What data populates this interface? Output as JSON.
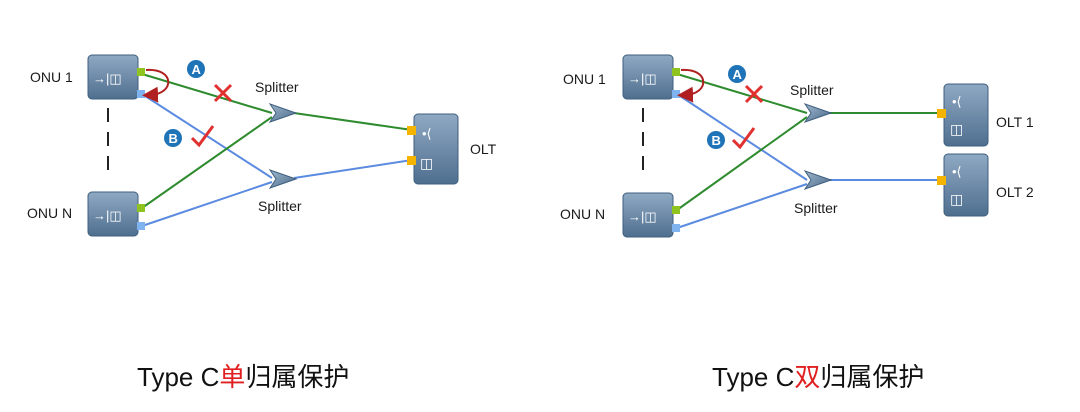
{
  "left_diagram": {
    "onu_top_label": "ONU 1",
    "onu_bottom_label": "ONU N",
    "splitter_top_label": "Splitter",
    "splitter_bottom_label": "Splitter",
    "olt_label": "OLT",
    "badge_a": "A",
    "badge_b": "B",
    "caption_prefix": "Type C",
    "caption_highlight": "单",
    "caption_suffix": "归属保护"
  },
  "right_diagram": {
    "onu_top_label": "ONU 1",
    "onu_bottom_label": "ONU N",
    "splitter_top_label": "Splitter",
    "splitter_bottom_label": "Splitter",
    "olt1_label": "OLT 1",
    "olt2_label": "OLT 2",
    "badge_a": "A",
    "badge_b": "B",
    "caption_prefix": "Type C",
    "caption_highlight": "双",
    "caption_suffix": "归属保护"
  },
  "colors": {
    "primary_link": "#2e8b2e",
    "backup_link": "#5b8be0",
    "fail_mark": "#e03030",
    "ok_mark": "#e03030",
    "switch_arrow": "#b02020",
    "badge_fill": "#1f73b7",
    "device_body": "#6f8fae",
    "port_green": "#8fc31f",
    "port_blue": "#7fb3f0",
    "port_orange": "#f5b400",
    "caption_highlight": "#e02020"
  }
}
